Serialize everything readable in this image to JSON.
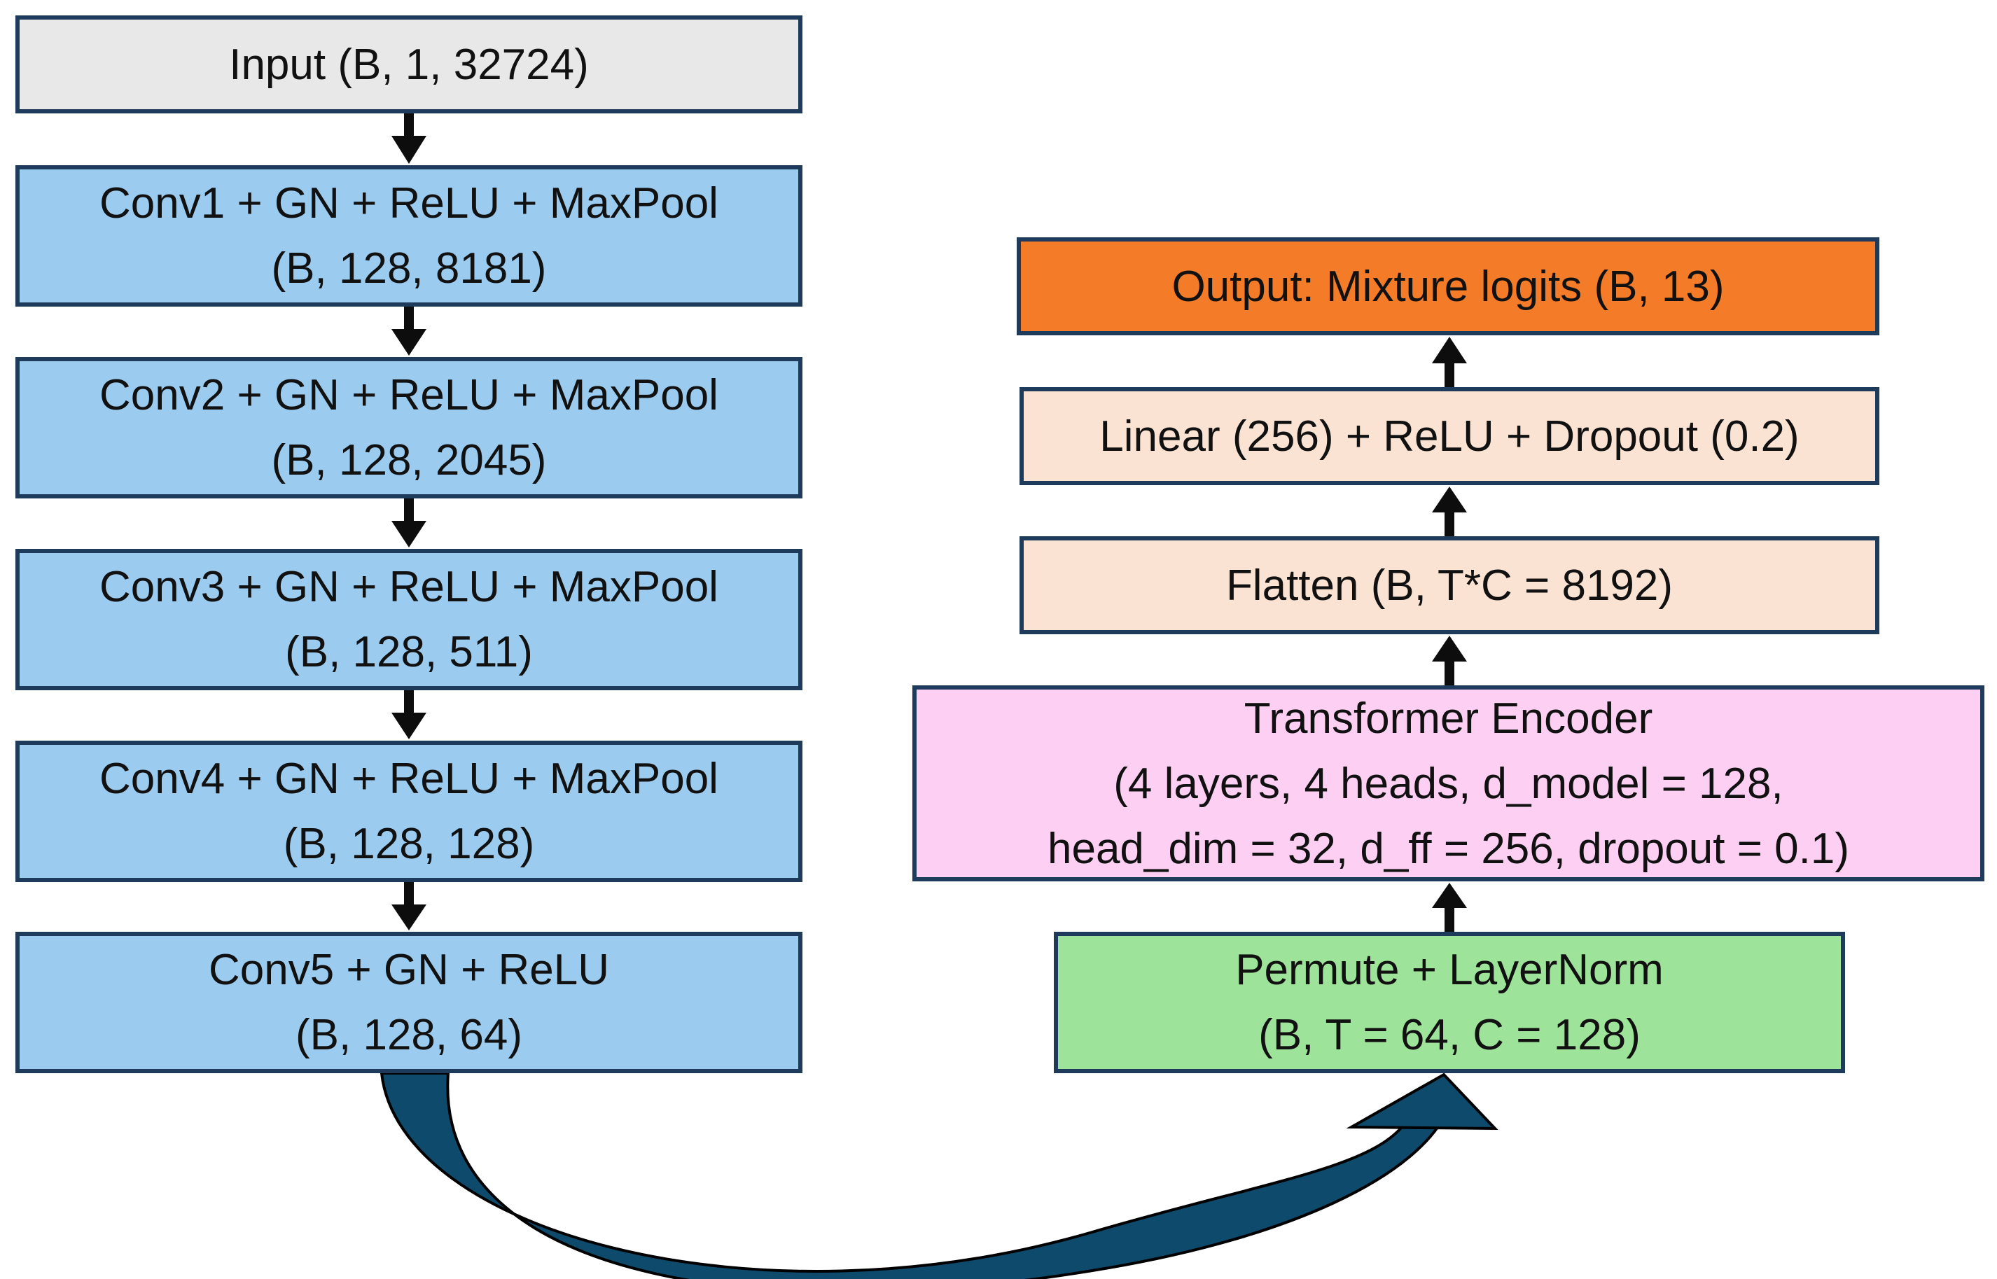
{
  "colors": {
    "border": "#1f3b5c",
    "arrow": "#0d0d0d",
    "curved_arrow": "#0e4a6b",
    "input": "#e8e8e8",
    "conv": "#9bcbee",
    "output": "#f47b27",
    "dense": "#fbe3d3",
    "transformer": "#fdd0f3",
    "permute": "#9ee39a"
  },
  "nodes": {
    "input": {
      "line1": "Input (B, 1, 32724)"
    },
    "conv1": {
      "line1": "Conv1 + GN + ReLU + MaxPool",
      "line2": "(B, 128, 8181)"
    },
    "conv2": {
      "line1": "Conv2 + GN + ReLU + MaxPool",
      "line2": "(B, 128, 2045)"
    },
    "conv3": {
      "line1": "Conv3 + GN + ReLU + MaxPool",
      "line2": "(B, 128, 511)"
    },
    "conv4": {
      "line1": "Conv4 + GN + ReLU + MaxPool",
      "line2": "(B, 128, 128)"
    },
    "conv5": {
      "line1": "Conv5 + GN + ReLU",
      "line2": "(B, 128, 64)"
    },
    "permute": {
      "line1": "Permute + LayerNorm",
      "line2": "(B, T = 64, C = 128)"
    },
    "transformer": {
      "line1": "Transformer Encoder",
      "line2": "(4 layers, 4 heads, d_model = 128,",
      "line3": "head_dim = 32, d_ff = 256, dropout = 0.1)"
    },
    "flatten": {
      "line1": "Flatten (B, T*C = 8192)"
    },
    "linear": {
      "line1": "Linear (256) + ReLU + Dropout (0.2)"
    },
    "output": {
      "line1": "Output: Mixture logits (B, 13)"
    }
  }
}
